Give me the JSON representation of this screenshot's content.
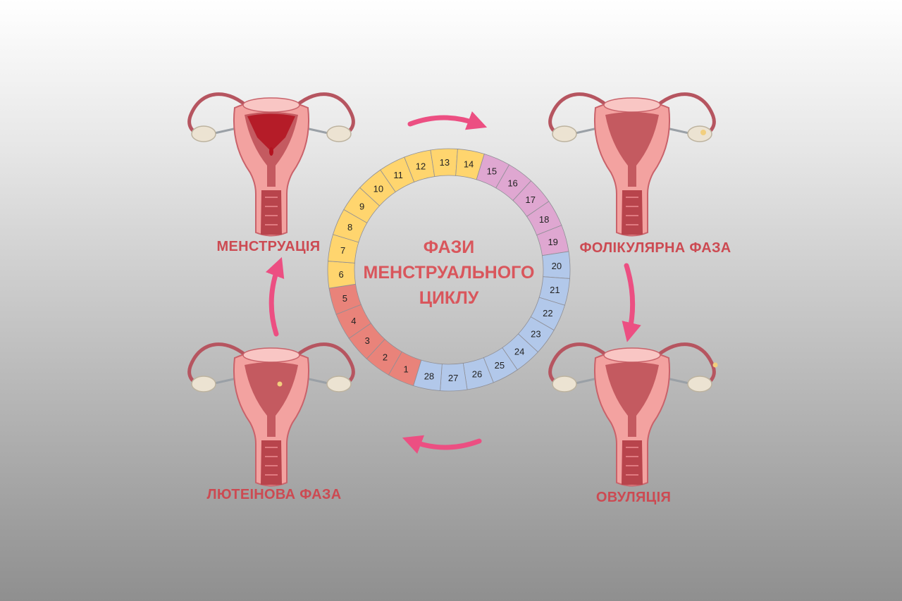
{
  "title_lines": [
    "ФАЗИ",
    "МЕНСТРУАЛЬНОГО",
    "ЦИКЛУ"
  ],
  "phases": [
    {
      "label": "МЕНСТРУАЦІЯ",
      "days": [
        1,
        2,
        3,
        4,
        5
      ],
      "color": "#e9837a"
    },
    {
      "label": "ФОЛІКУЛЯРНА ФАЗА",
      "days": [
        6,
        7,
        8,
        9,
        10,
        11,
        12,
        13,
        14
      ],
      "color": "#ffd56e"
    },
    {
      "label": "ОВУЛЯЦІЯ",
      "days": [
        15,
        16,
        17,
        18,
        19
      ],
      "color": "#dfa7d1"
    },
    {
      "label": "ЛЮТЕІНОВА ФАЗА",
      "days": [
        20,
        21,
        22,
        23,
        24,
        25,
        26,
        27,
        28
      ],
      "color": "#b2c8ea"
    }
  ],
  "cycle_length": 28,
  "arrow_color": "#ec4f82",
  "label_color": "#cc4a52"
}
